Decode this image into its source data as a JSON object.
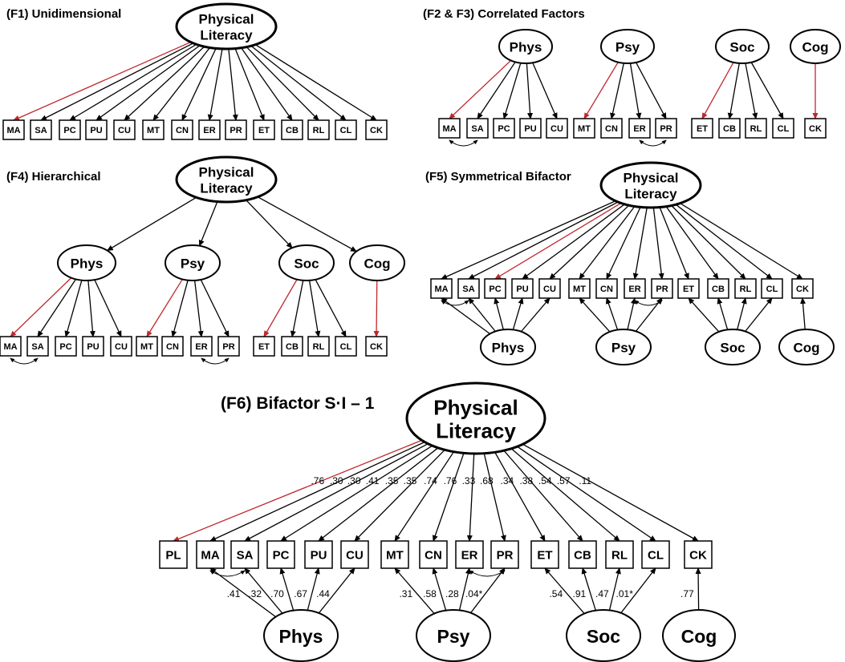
{
  "panels": {
    "f1": {
      "title": "(F1) Unidimensional",
      "general": [
        "Physical",
        "Literacy"
      ],
      "indicators": [
        "MA",
        "SA",
        "PC",
        "PU",
        "CU",
        "MT",
        "CN",
        "ER",
        "PR",
        "ET",
        "CB",
        "RL",
        "CL",
        "CK"
      ]
    },
    "f2": {
      "title": "(F2 & F3) Correlated Factors",
      "factors": [
        "Phys",
        "Psy",
        "Soc",
        "Cog"
      ],
      "indicators": [
        "MA",
        "SA",
        "PC",
        "PU",
        "CU",
        "MT",
        "CN",
        "ER",
        "PR",
        "ET",
        "CB",
        "RL",
        "CL",
        "CK"
      ]
    },
    "f4": {
      "title": "(F4) Hierarchical",
      "general": [
        "Physical",
        "Literacy"
      ],
      "factors": [
        "Phys",
        "Psy",
        "Soc",
        "Cog"
      ],
      "indicators": [
        "MA",
        "SA",
        "PC",
        "PU",
        "CU",
        "MT",
        "CN",
        "ER",
        "PR",
        "ET",
        "CB",
        "RL",
        "CL",
        "CK"
      ]
    },
    "f5": {
      "title": "(F5) Symmetrical Bifactor",
      "general": [
        "Physical",
        "Literacy"
      ],
      "factors": [
        "Phys",
        "Psy",
        "Soc",
        "Cog"
      ],
      "indicators": [
        "MA",
        "SA",
        "PC",
        "PU",
        "CU",
        "MT",
        "CN",
        "ER",
        "PR",
        "ET",
        "CB",
        "RL",
        "CL",
        "CK"
      ]
    },
    "f6": {
      "title": "(F6) Bifactor S·I – 1",
      "general": [
        "Physical",
        "Literacy"
      ],
      "factors": [
        "Phys",
        "Psy",
        "Soc",
        "Cog"
      ],
      "indicators": [
        "PL",
        "MA",
        "SA",
        "PC",
        "PU",
        "CU",
        "MT",
        "CN",
        "ER",
        "PR",
        "ET",
        "CB",
        "RL",
        "CL",
        "CK"
      ],
      "general_loadings": [
        ".76",
        ".30",
        ".30",
        ".41",
        ".35",
        ".35",
        ".74",
        ".76",
        ".33",
        ".68",
        ".34",
        ".38",
        ".54",
        ".57",
        ".11"
      ],
      "specific_loadings": [
        ".41",
        ".32",
        ".70",
        ".67",
        ".44",
        ".31",
        ".58",
        ".28",
        ".04*",
        ".54",
        ".91",
        ".47",
        ".01*",
        ".77"
      ]
    }
  },
  "colors": {
    "reference_path": "#c0272d",
    "line": "#000000"
  }
}
